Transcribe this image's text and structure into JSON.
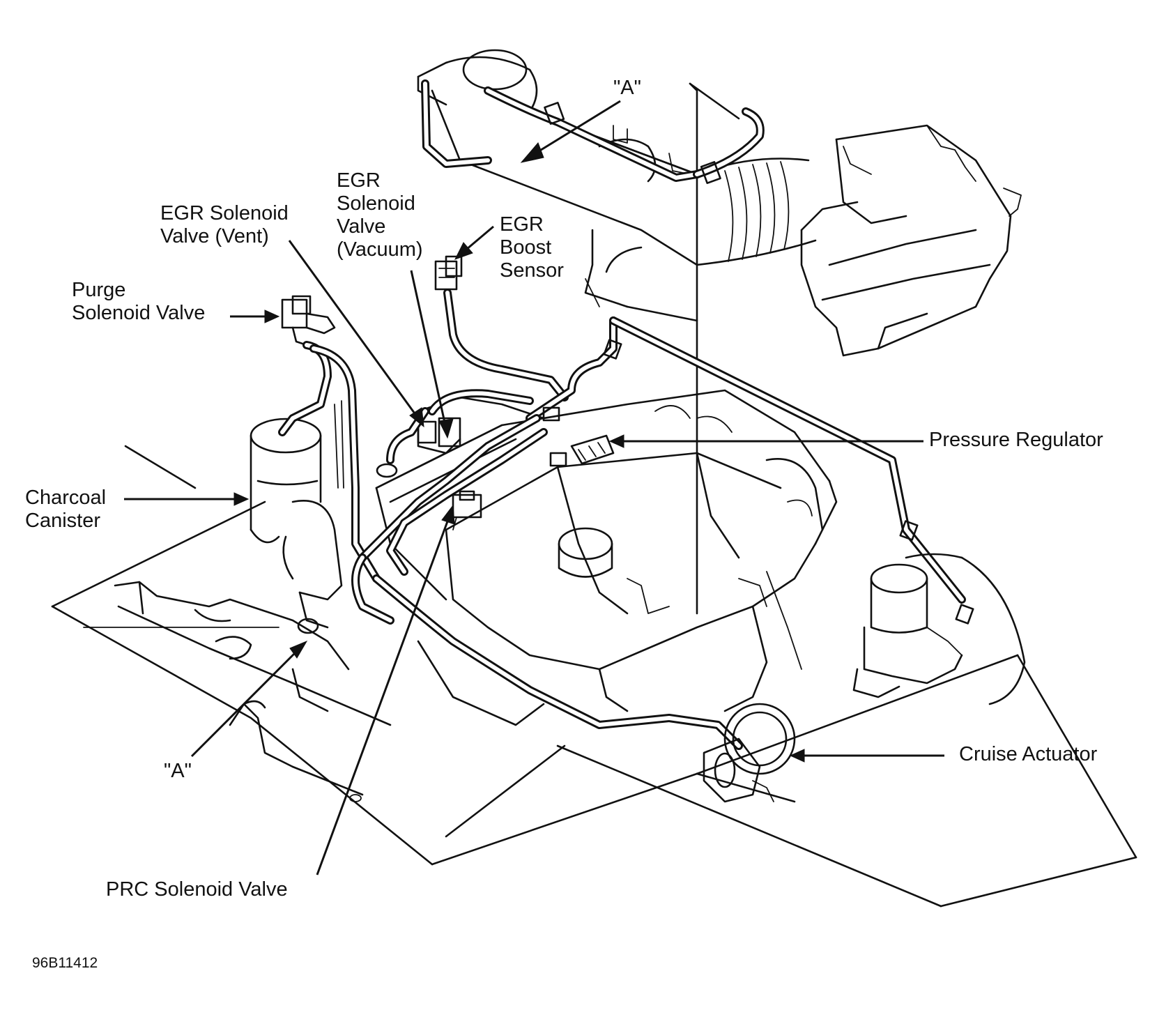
{
  "labels": {
    "a_top": "\"A\"",
    "egr_vent_1": "EGR Solenoid",
    "egr_vent_2": "Valve (Vent)",
    "egr_vac_1": "EGR",
    "egr_vac_2": "Solenoid",
    "egr_vac_3": "Valve",
    "egr_vac_4": "(Vacuum)",
    "boost_1": "EGR",
    "boost_2": "Boost",
    "boost_3": "Sensor",
    "purge_1": "Purge",
    "purge_2": "Solenoid Valve",
    "pressure_regulator": "Pressure Regulator",
    "charcoal_1": "Charcoal",
    "charcoal_2": "Canister",
    "cruise_actuator": "Cruise Actuator",
    "a_bottom": "\"A\"",
    "prc": "PRC Solenoid Valve",
    "figure_id": "96B11412"
  }
}
